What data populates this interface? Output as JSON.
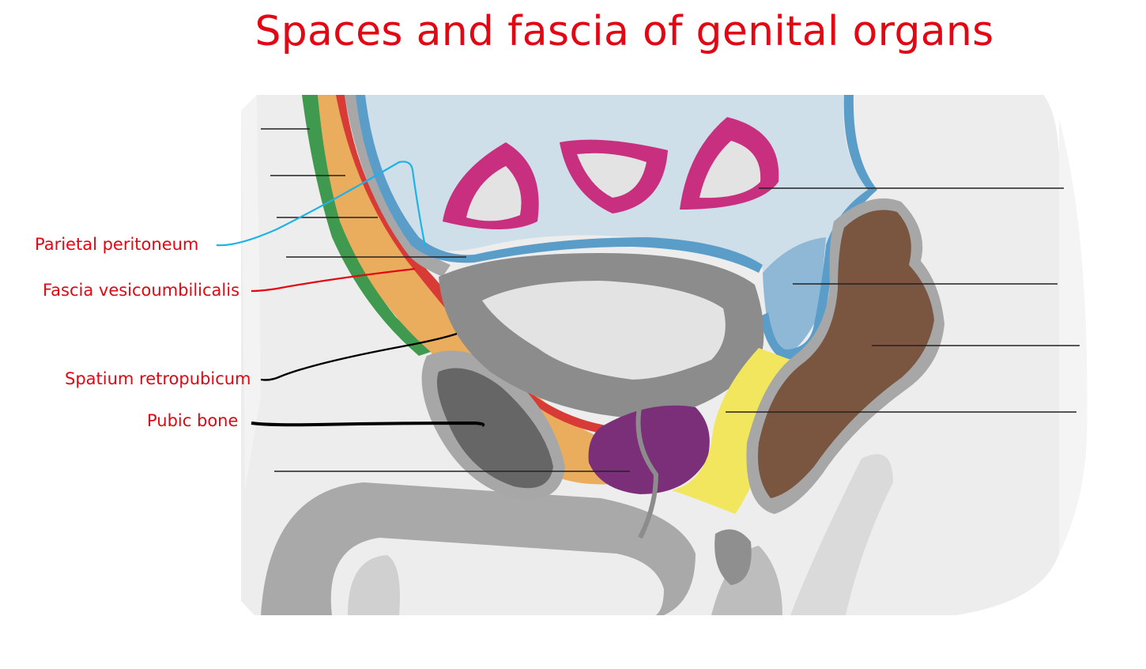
{
  "title": "Spaces and fascia of genital organs",
  "labels": {
    "parietal_peritoneum": "Parietal peritoneum",
    "fascia_vesicoumbilicalis": "Fascia vesicoumbilicalis",
    "spatium_retropubicum": "Spatium retropubicum",
    "pubic_bone": "Pubic bone"
  },
  "colors": {
    "title": "#e30613",
    "label_text": "#e30613",
    "peritoneal_cavity": "#cfdfe9",
    "peritoneum": "#5b9dc9",
    "retropubic_fat": "#e9ad5d",
    "fascia_red": "#d83a36",
    "muscle_green": "#3f9a4f",
    "small_intestine": "#c92f7f",
    "bladder": "#8c8c8c",
    "prostate": "#7b2f78",
    "rectum": "#7a5640",
    "rectovesical_space": "#f2e65f",
    "pubic_bone": "#666666",
    "pointer_blue": "#1fb2e6",
    "pointer_red": "#e30613",
    "pointer_black": "#000000"
  }
}
